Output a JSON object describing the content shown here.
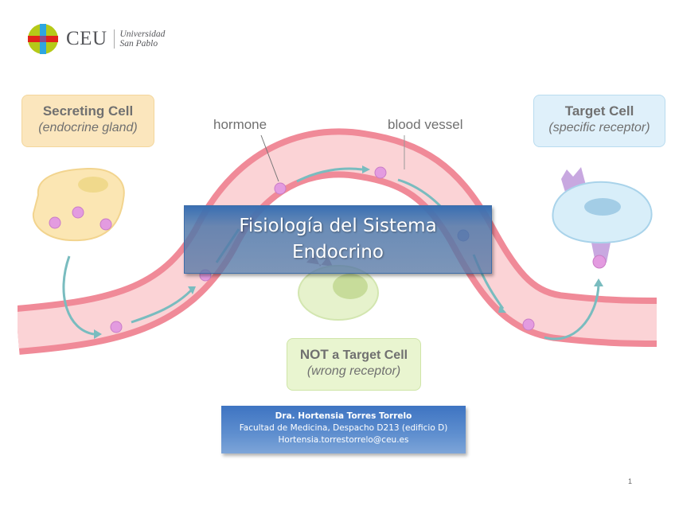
{
  "logo": {
    "brand": "CEU",
    "university_line1": "Universidad",
    "university_line2": "San Pablo",
    "colors": {
      "green": "#b5c918",
      "red": "#e2231a",
      "blue": "#2ea6e0"
    }
  },
  "diagram": {
    "secreting_cell": {
      "title": "Secreting Cell",
      "subtitle": "(endocrine gland)"
    },
    "target_cell": {
      "title": "Target Cell",
      "subtitle": "(specific receptor)"
    },
    "not_target_cell": {
      "title_bold": "NOT",
      "title_rest": " a Target Cell",
      "subtitle": "(wrong receptor)"
    },
    "annotations": {
      "hormone": "hormone",
      "blood_vessel": "blood vessel"
    },
    "colors": {
      "vessel_wall": "#f08a98",
      "vessel_inner": "#fbd3d6",
      "hormone": "#e39be0",
      "arrow": "#79bcbf"
    }
  },
  "title": {
    "line1": "Fisiología del Sistema",
    "line2": "Endocrino"
  },
  "author": {
    "name": "Dra. Hortensia Torres Torrelo",
    "affiliation": "Facultad de Medicina, Despacho D213 (edificio D)",
    "email": "Hortensia.torrestorrelo@ceu.es"
  },
  "page_number": "1"
}
